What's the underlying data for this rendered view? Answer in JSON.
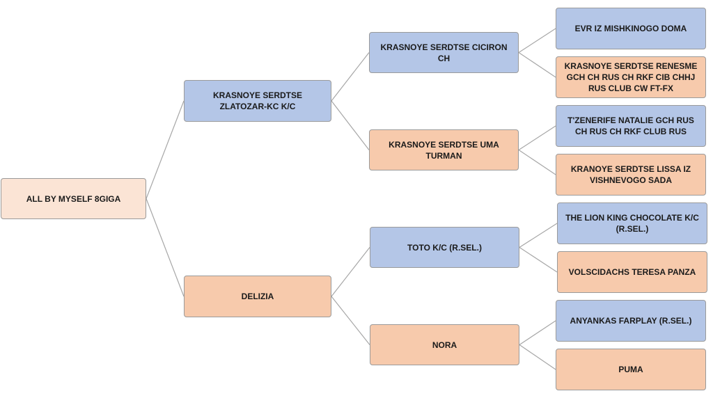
{
  "colors": {
    "root": "#fbe4d5",
    "male": "#b4c6e7",
    "female": "#f7caac",
    "line": "#a6a6a6"
  },
  "pedigree": {
    "root": {
      "name": "ALL BY MYSELF 8GIGA",
      "kind": "root"
    },
    "sire": {
      "name": "KRASNOYE SERDTSE ZLATOZAR-KC K/C",
      "kind": "male"
    },
    "dam": {
      "name": "DELIZIA",
      "kind": "female"
    },
    "sire_sire": {
      "name": "KRASNOYE SERDTSE CICIRON CH",
      "kind": "male"
    },
    "sire_dam": {
      "name": "KRASNOYE SERDTSE UMA TURMAN",
      "kind": "female"
    },
    "dam_sire": {
      "name": "TOTO K/C (R.SEL.)",
      "kind": "male"
    },
    "dam_dam": {
      "name": "NORA",
      "kind": "female"
    },
    "sss": {
      "name": "EVR IZ MISHKINOGO DOMA",
      "kind": "male"
    },
    "ssd": {
      "name": "KRASNOYE SERDTSE RENESME GCH CH RUS CH RKF CIB CHHJ RUS CLUB CW FT-FX",
      "kind": "female"
    },
    "sds": {
      "name": "T'ZENERIFE NATALIE GCH RUS CH RUS CH RKF CLUB RUS",
      "kind": "male"
    },
    "sdd": {
      "name": "KRANOYE SERDTSE LISSA IZ VISHNEVOGO SADA",
      "kind": "female"
    },
    "dss": {
      "name": "THE LION KING CHOCOLATE K/C (R.SEL.)",
      "kind": "male"
    },
    "dsd": {
      "name": "VOLSCIDACHS TERESA PANZA",
      "kind": "female"
    },
    "dds": {
      "name": "ANYANKAS FARPLAY (R.SEL.)",
      "kind": "male"
    },
    "ddd": {
      "name": "PUMA",
      "kind": "female"
    }
  }
}
